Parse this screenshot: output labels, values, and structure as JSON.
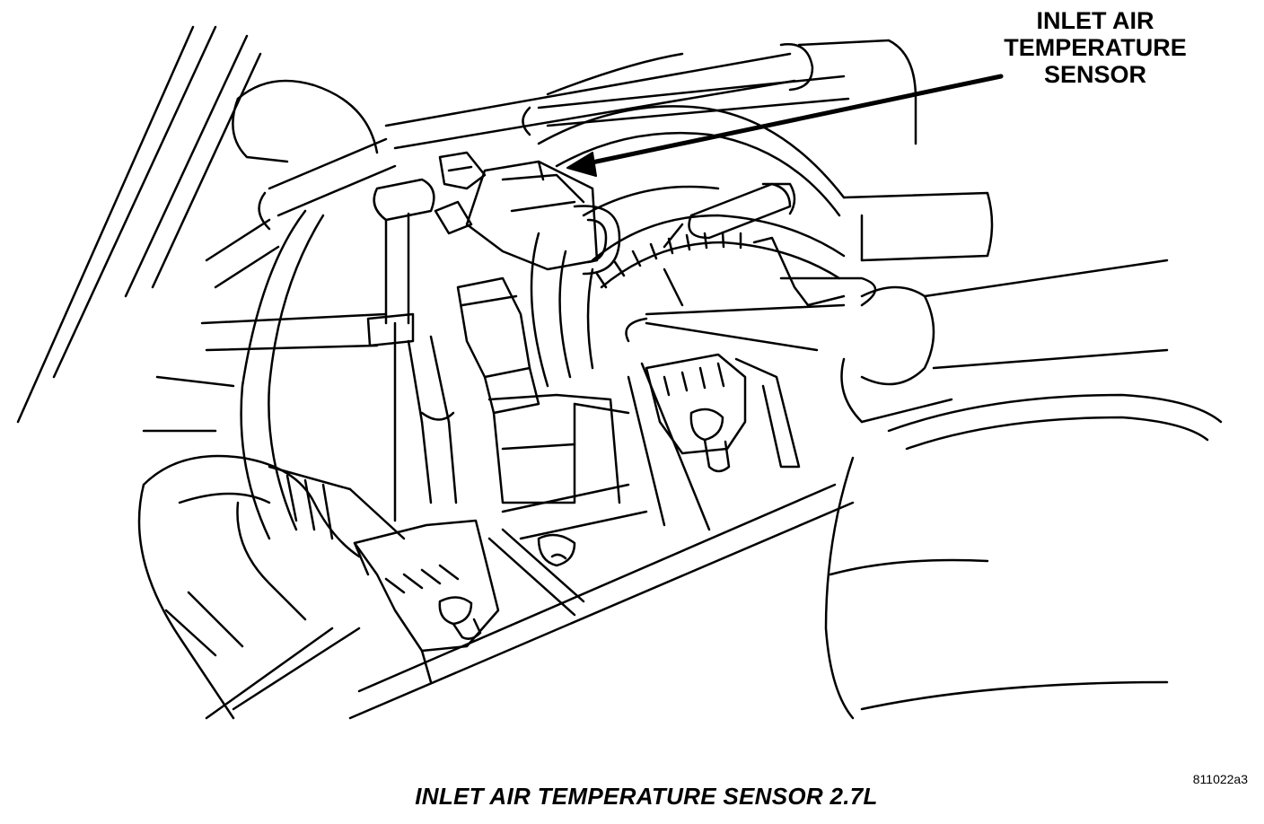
{
  "callout": {
    "line1": "INLET AIR",
    "line2": "TEMPERATURE",
    "line3": "SENSOR"
  },
  "figure_id": "811022a3",
  "caption": "INLET AIR TEMPERATURE SENSOR 2.7L",
  "colors": {
    "ink": "#000000",
    "paper": "#ffffff"
  }
}
